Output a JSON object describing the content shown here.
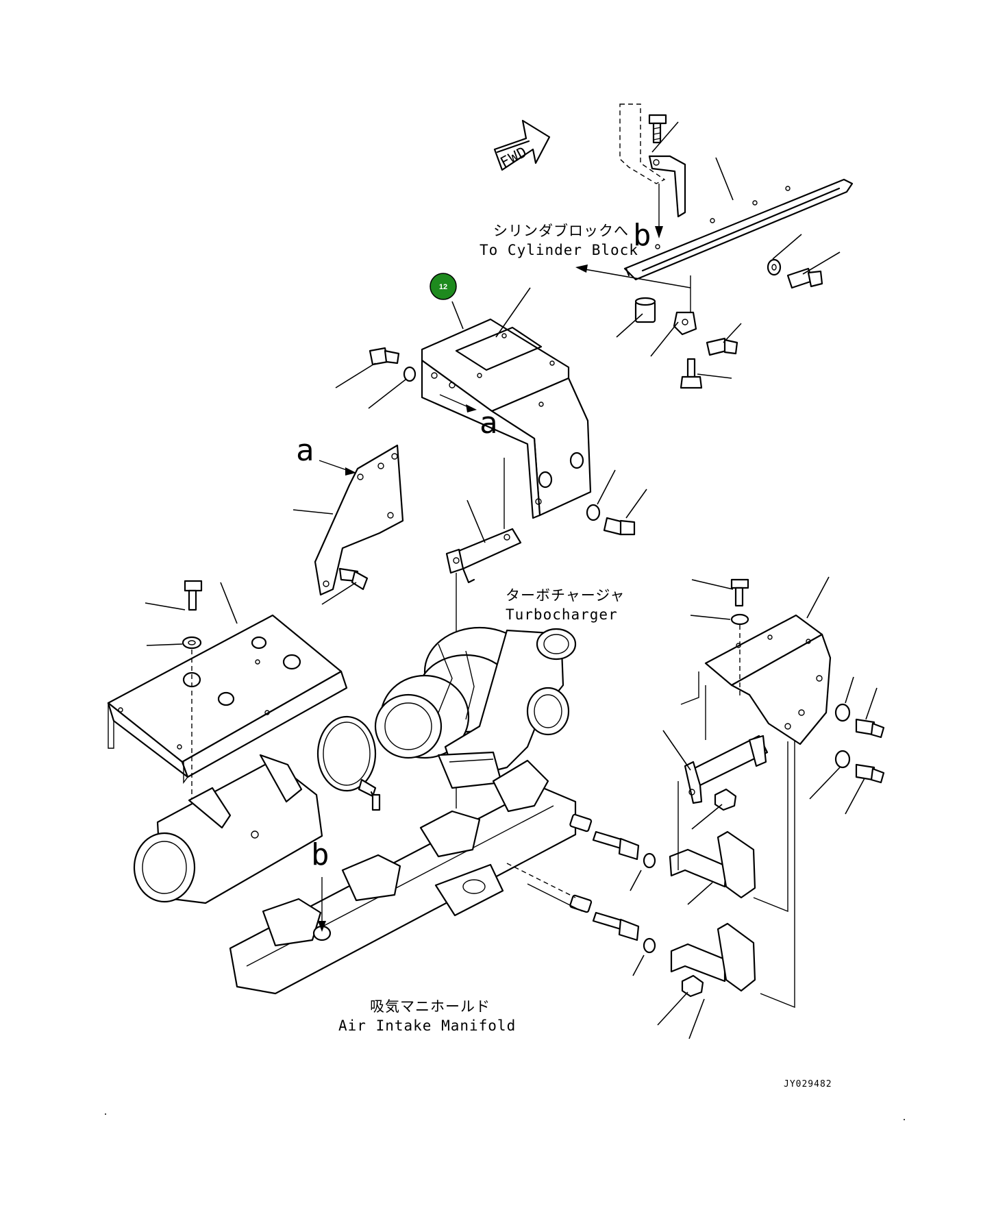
{
  "fwd_label": "FWD",
  "callout": {
    "number": "12",
    "fill": "#1e8a1e"
  },
  "labels": {
    "cylinder_block_jp": "シリンダブロックへ",
    "cylinder_block_en": "To Cylinder Block",
    "turbocharger_jp": "ターボチャージャ",
    "turbocharger_en": "Turbocharger",
    "intake_manifold_jp": "吸気マニホールド",
    "intake_manifold_en": "Air Intake Manifold"
  },
  "refs": {
    "a1": "a",
    "a2": "a",
    "b1": "b",
    "b2": "b"
  },
  "drawing_code": "JY029482"
}
